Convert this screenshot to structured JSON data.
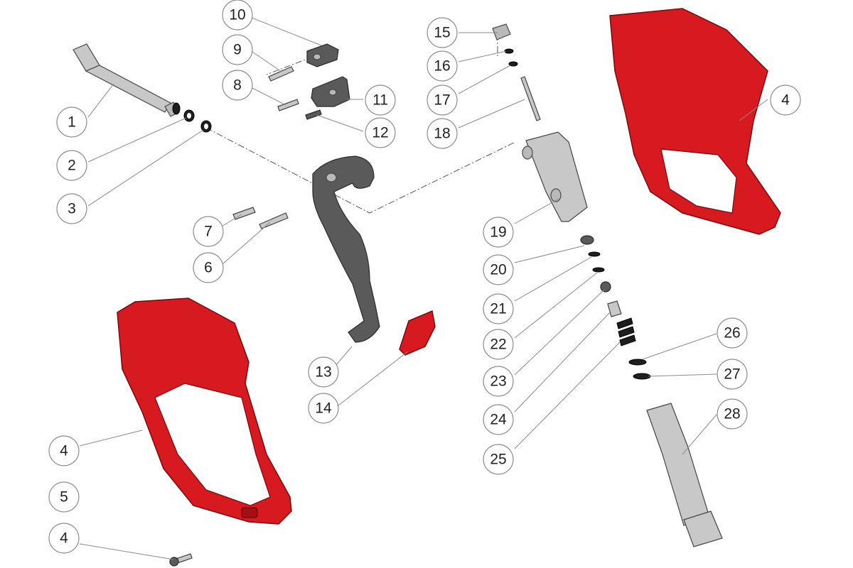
{
  "diagram": {
    "callouts": [
      {
        "id": "c1",
        "label": "1"
      },
      {
        "id": "c2",
        "label": "2"
      },
      {
        "id": "c3",
        "label": "3"
      },
      {
        "id": "c4a",
        "label": "4"
      },
      {
        "id": "c4b",
        "label": "4"
      },
      {
        "id": "c4c",
        "label": "4"
      },
      {
        "id": "c5",
        "label": "5"
      },
      {
        "id": "c6",
        "label": "6"
      },
      {
        "id": "c7",
        "label": "7"
      },
      {
        "id": "c8",
        "label": "8"
      },
      {
        "id": "c9",
        "label": "9"
      },
      {
        "id": "c10",
        "label": "10"
      },
      {
        "id": "c11",
        "label": "11"
      },
      {
        "id": "c12",
        "label": "12"
      },
      {
        "id": "c13",
        "label": "13"
      },
      {
        "id": "c14",
        "label": "14"
      },
      {
        "id": "c15",
        "label": "15"
      },
      {
        "id": "c16",
        "label": "16"
      },
      {
        "id": "c17",
        "label": "17"
      },
      {
        "id": "c18",
        "label": "18"
      },
      {
        "id": "c19",
        "label": "19"
      },
      {
        "id": "c20",
        "label": "20"
      },
      {
        "id": "c21",
        "label": "21"
      },
      {
        "id": "c22",
        "label": "22"
      },
      {
        "id": "c23",
        "label": "23"
      },
      {
        "id": "c24",
        "label": "24"
      },
      {
        "id": "c25",
        "label": "25"
      },
      {
        "id": "c26",
        "label": "26"
      },
      {
        "id": "c27",
        "label": "27"
      },
      {
        "id": "c28",
        "label": "28"
      }
    ],
    "colors": {
      "housing": "#d71920",
      "trigger": "#5a5a5a",
      "metal": "#c8c8c8",
      "callout_border": "#8c8c8c"
    }
  }
}
